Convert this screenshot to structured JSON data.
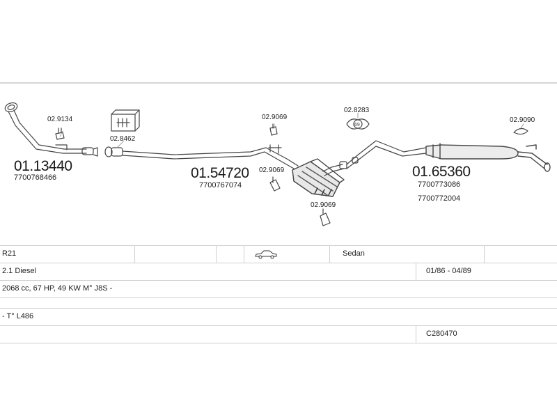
{
  "parts": {
    "downpipe": {
      "part_no": "01.13440",
      "oem": "7700768466"
    },
    "middle_section": {
      "part_no": "01.54720",
      "oem": "7700767074"
    },
    "rear_section": {
      "part_no": "01.65360",
      "oem_1": "7700773086",
      "oem_2": "7700772004"
    }
  },
  "accessories": {
    "clamp_front": "02.9134",
    "gasket_kit": "02.8462",
    "hanger_1": "02.9069",
    "hanger_2": "02.9069",
    "hanger_3": "02.9069",
    "ring_hanger": "02.8283",
    "ring_hanger_size": "69",
    "rear_hanger": "02.9090"
  },
  "info_table": {
    "model": "R21",
    "body": "Sedan",
    "engine": "2.1 Diesel",
    "years": "01/86 - 04/89",
    "spec": "2068 cc, 67 HP, 49 KW M° J8S -",
    "type": "- T° L486",
    "code": "C280470"
  },
  "colors": {
    "line": "#444444",
    "grid": "#d0d0d0"
  }
}
